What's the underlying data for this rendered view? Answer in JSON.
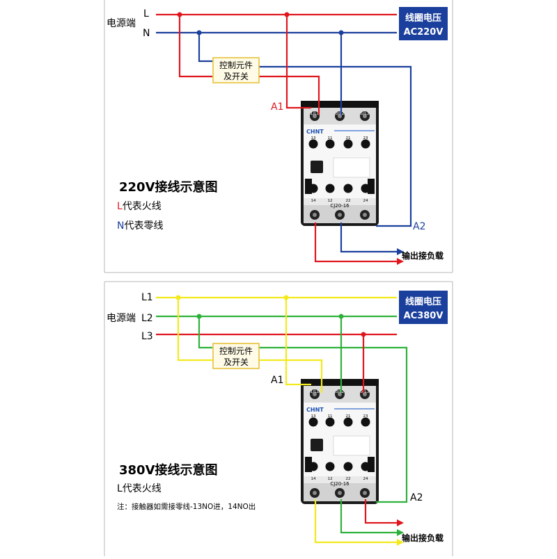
{
  "top": {
    "source_label": "电源端",
    "line_L": "L",
    "line_N": "N",
    "voltage_title": "线圈电压",
    "voltage_value": "AC220V",
    "control_line1": "控制元件",
    "control_line2": "及开关",
    "a1": "A1",
    "a2": "A2",
    "output_label": "输出接负载",
    "heading": "220V接线示意图",
    "legend_L_letter": "L",
    "legend_L_text": "代表火线",
    "legend_N_letter": "N",
    "legend_N_text": "代表零线"
  },
  "bottom": {
    "source_label": "电源端",
    "line_L1": "L1",
    "line_L2": "L2",
    "line_L3": "L3",
    "voltage_title": "线圈电压",
    "voltage_value": "AC380V",
    "control_line1": "控制元件",
    "control_line2": "及开关",
    "a1": "A1",
    "a2": "A2",
    "output_label": "输出接负载",
    "heading": "380V接线示意图",
    "legend_L": "L代表火线",
    "note": "注：接触器如需接零线-13NO进，14NO出"
  },
  "contactor": {
    "brand": "CHNT",
    "model": "CJ20-16",
    "term_top": [
      "1/L1",
      "3/L2",
      "5/L3"
    ],
    "aux_top": [
      "13",
      "11",
      "21",
      "23"
    ],
    "aux_bottom": [
      "14",
      "12",
      "22",
      "24"
    ]
  },
  "colors": {
    "red": "#e0161f",
    "blue": "#1a3f9c",
    "yellow": "#f2ea1c",
    "green": "#2db13a",
    "badge": "#1a3f9c",
    "frame": "#cfcfcf"
  }
}
